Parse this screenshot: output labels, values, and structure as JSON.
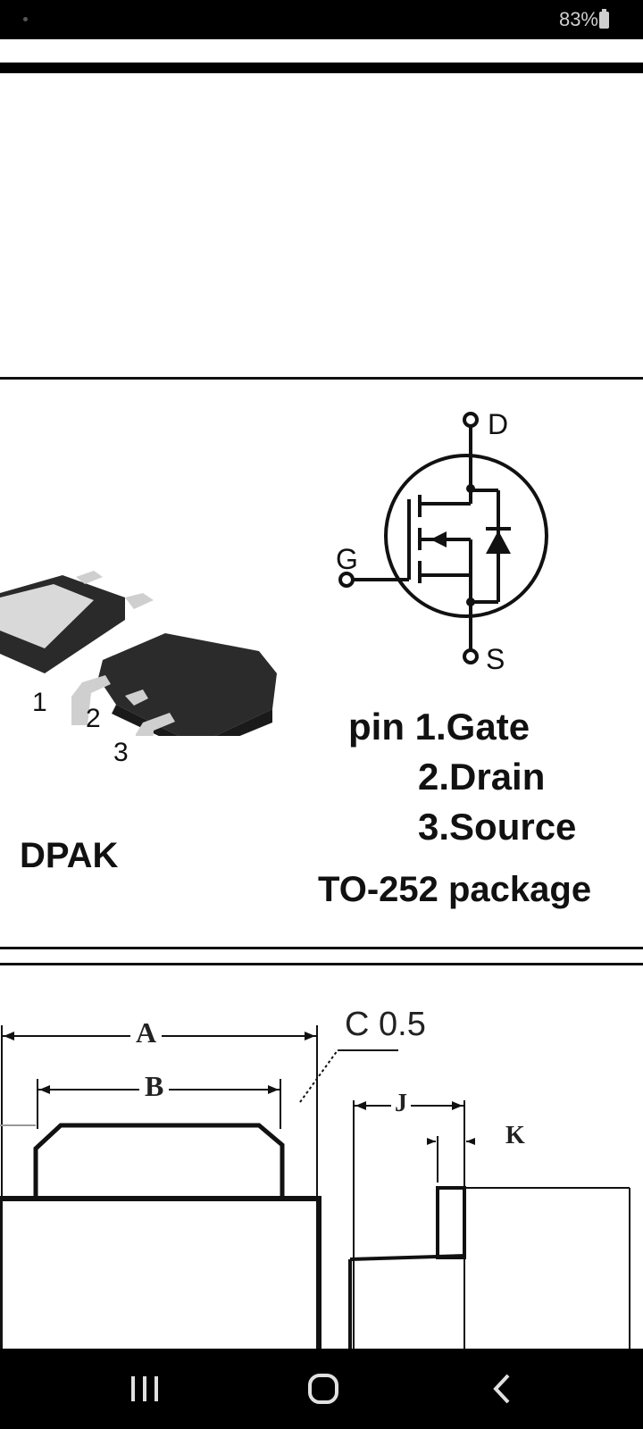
{
  "status_bar": {
    "battery": "83%"
  },
  "dpak": {
    "pin_numbers": [
      "1",
      "2",
      "3"
    ],
    "package_name": "DPAK"
  },
  "schematic": {
    "drain_label": "D",
    "gate_label": "G",
    "source_label": "S"
  },
  "pinout": {
    "pin1": "pin 1.Gate",
    "pin2": "2.Drain",
    "pin3": "3.Source",
    "package": "TO-252 package"
  },
  "dimensions": {
    "a": "A",
    "b": "B",
    "c": "C 0.5",
    "j": "J",
    "k": "K"
  },
  "nav": {
    "icons": [
      "recents-icon",
      "home-icon",
      "back-icon"
    ]
  }
}
